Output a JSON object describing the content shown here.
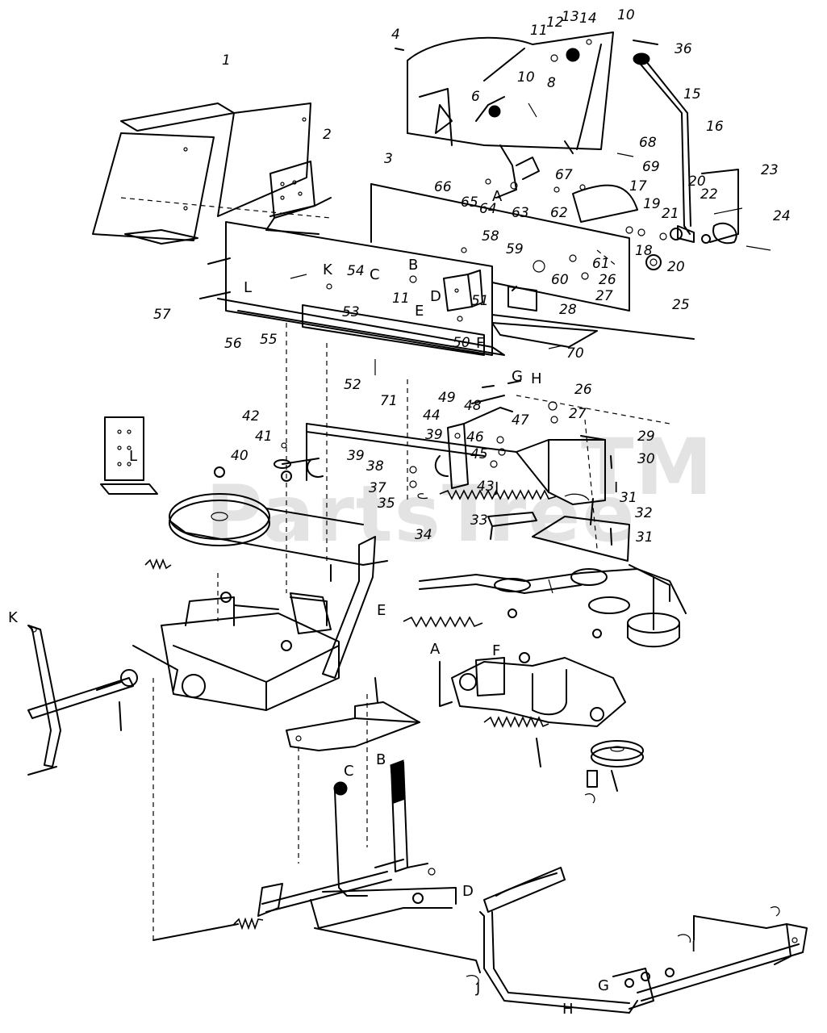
{
  "watermark": {
    "text": "PartsTree",
    "mark": "TM"
  },
  "callouts": {
    "n1": "1",
    "n2": "2",
    "n3": "3",
    "n4": "4",
    "n6": "6",
    "n8": "8",
    "n10a": "10",
    "n10b": "10",
    "n11a": "11",
    "n11b": "11",
    "n12": "12",
    "n13": "13",
    "n14": "14",
    "n15": "15",
    "n16": "16",
    "n17": "17",
    "n18": "18",
    "n19": "19",
    "n20a": "20",
    "n20b": "20",
    "n21": "21",
    "n22": "22",
    "n23": "23",
    "n24": "24",
    "n25": "25",
    "n26a": "26",
    "n26b": "26",
    "n27a": "27",
    "n27b": "27",
    "n28": "28",
    "n29": "29",
    "n30": "30",
    "n31a": "31",
    "n31b": "31",
    "n32": "32",
    "n33": "33",
    "n34": "34",
    "n35": "35",
    "n36": "36",
    "n37": "37",
    "n38": "38",
    "n39a": "39",
    "n39b": "39",
    "n40": "40",
    "n41": "41",
    "n42": "42",
    "n43": "43",
    "n44": "44",
    "n45": "45",
    "n46": "46",
    "n47": "47",
    "n48": "48",
    "n49": "49",
    "n50": "50",
    "n51": "51",
    "n52": "52",
    "n53": "53",
    "n54": "54",
    "n55": "55",
    "n56": "56",
    "n57": "57",
    "n58": "58",
    "n59": "59",
    "n60": "60",
    "n61": "61",
    "n62": "62",
    "n63": "63",
    "n64": "64",
    "n65": "65",
    "n66": "66",
    "n67": "67",
    "n68": "68",
    "n69": "69",
    "n70": "70",
    "n71": "71"
  },
  "letters": {
    "A1": "A",
    "A2": "A",
    "B1": "B",
    "B2": "B",
    "C1": "C",
    "C2": "C",
    "D1": "D",
    "D2": "D",
    "E1": "E",
    "E2": "E",
    "F1": "F",
    "F2": "F",
    "G1": "G",
    "G2": "G",
    "H1": "H",
    "H2": "H",
    "I1": "I",
    "I2": "I",
    "J1": "J",
    "J2": "J",
    "K1": "K",
    "K2": "K",
    "L1": "L",
    "L2": "L"
  }
}
